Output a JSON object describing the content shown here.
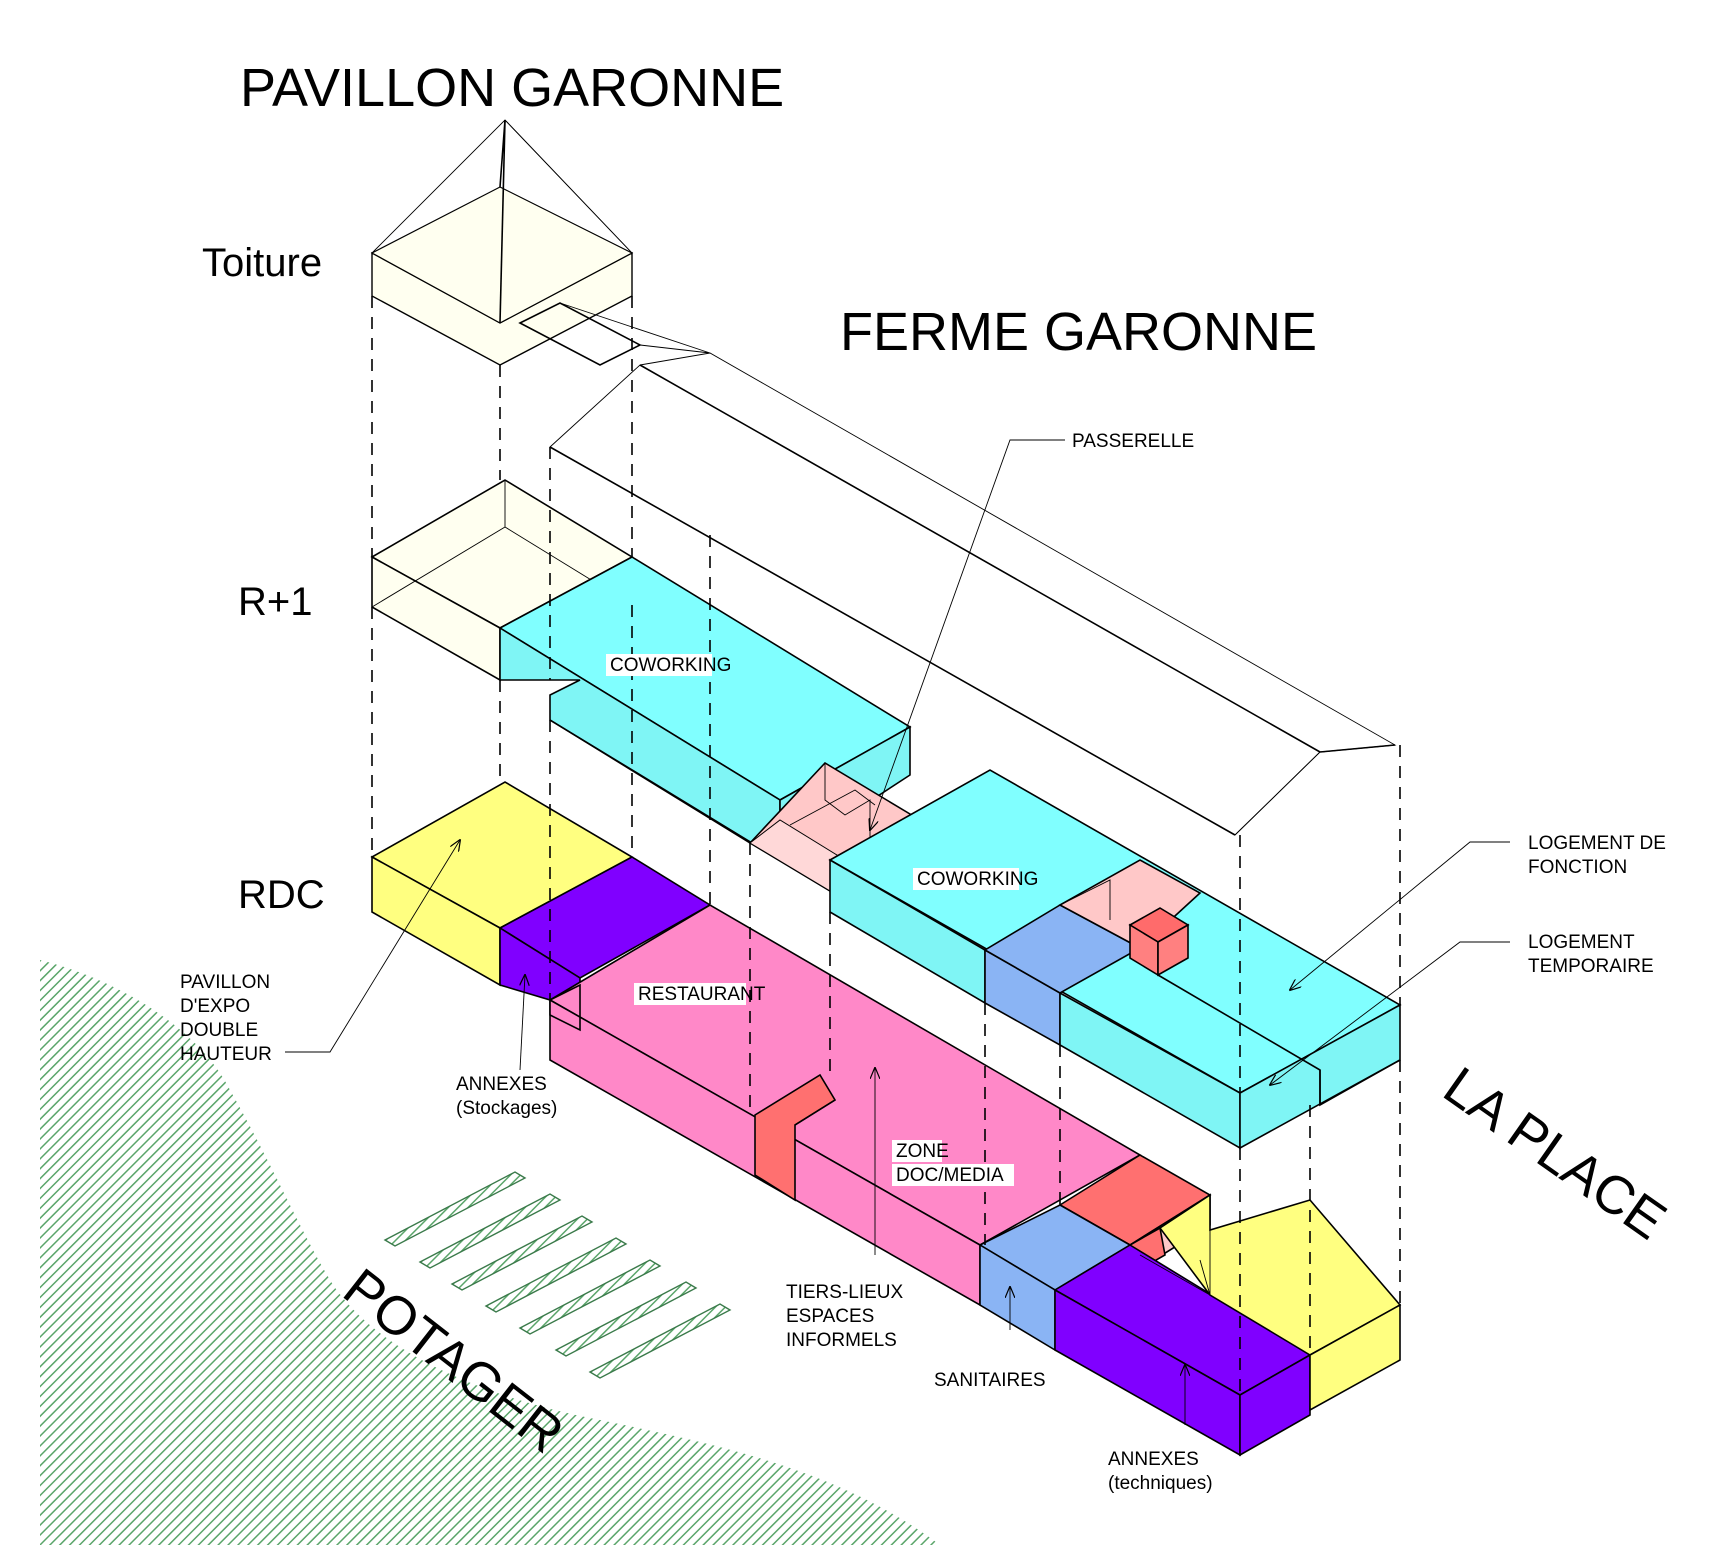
{
  "titles": {
    "pavillon": "PAVILLON GARONNE",
    "ferme": "FERME GARONNE",
    "place": "LA PLACE",
    "potager": "POTAGER"
  },
  "levels": {
    "toiture": "Toiture",
    "r1": "R+1",
    "rdc": "RDC"
  },
  "labels": {
    "coworking_1": "COWORKING",
    "coworking_2": "COWORKING",
    "restaurant": "RESTAURANT",
    "passerelle": "PASSERELLE",
    "logement_fonction": [
      "LOGEMENT DE",
      "FONCTION"
    ],
    "logement_temporaire": [
      "LOGEMENT",
      "TEMPORAIRE"
    ],
    "pavillon_expo": [
      "PAVILLON",
      "D'EXPO",
      "DOUBLE",
      "HAUTEUR"
    ],
    "annexes_stockages": [
      "ANNEXES",
      "(Stockages)"
    ],
    "tiers_lieux": [
      "TIERS-LIEUX",
      "ESPACES",
      "INFORMELS"
    ],
    "zone_doc": [
      "ZONE",
      "DOC/MEDIA"
    ],
    "sanitaires": "SANITAIRES",
    "annexes_techniques": [
      "ANNEXES",
      "(techniques)"
    ]
  },
  "colors": {
    "coworking": "#80ffff",
    "coworking_side": "#7ff5f5",
    "restaurant": "#ff88c8",
    "annexes": "#8000ff",
    "pavillon_expo": "#ffff80",
    "sanitaires": "#8ab4f4",
    "circulation": "#ffc8c8",
    "circulation_dark": "#ff8080",
    "pavillon_upper": "#fffff0",
    "potager": "#5aa56a"
  }
}
